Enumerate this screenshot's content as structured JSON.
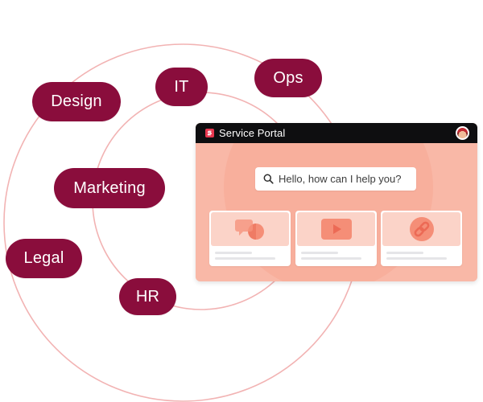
{
  "departments": {
    "design": "Design",
    "it": "IT",
    "ops": "Ops",
    "marketing": "Marketing",
    "legal": "Legal",
    "hr": "HR"
  },
  "portal": {
    "title": "Service Portal",
    "search": {
      "placeholder": "Hello, how can I help you?"
    },
    "cards": [
      {
        "icon": "chat-bubbles-icon"
      },
      {
        "icon": "video-play-icon"
      },
      {
        "icon": "link-icon"
      }
    ]
  },
  "colors": {
    "pill": "#8a0d3c",
    "ring": "#f2b3b3",
    "portal_body": "#f9b8a7",
    "titlebar": "#0e0e10",
    "accent": "#e8374f"
  }
}
